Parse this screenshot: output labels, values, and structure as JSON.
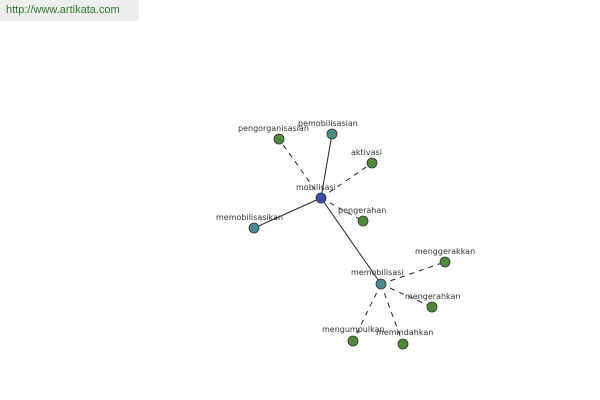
{
  "site_url": "http://www.artikata.com",
  "graph": {
    "colors": {
      "hub_node": "#3c4fa0",
      "sub_hub_node": "#4a8a8a",
      "leaf_node": "#4f8a3a",
      "teal_leaf_node": "#4a8a8a",
      "edge": "#222222"
    },
    "nodes": {
      "mobilisasi": "mobilisasi",
      "pemobilisasian": "pemobilisasian",
      "pengorganisasian": "pengorganisasian",
      "aktivasi": "aktivasi",
      "pengerahan": "pengerahan",
      "memobilisasikan": "memobilisasikan",
      "memobilisasi": "memobilisasi",
      "menggerakkan": "menggerakkan",
      "mengerahkan": "mengerahkan",
      "mengumpulkan": "mengumpulkan",
      "memindahkan": "memindahkan"
    }
  }
}
